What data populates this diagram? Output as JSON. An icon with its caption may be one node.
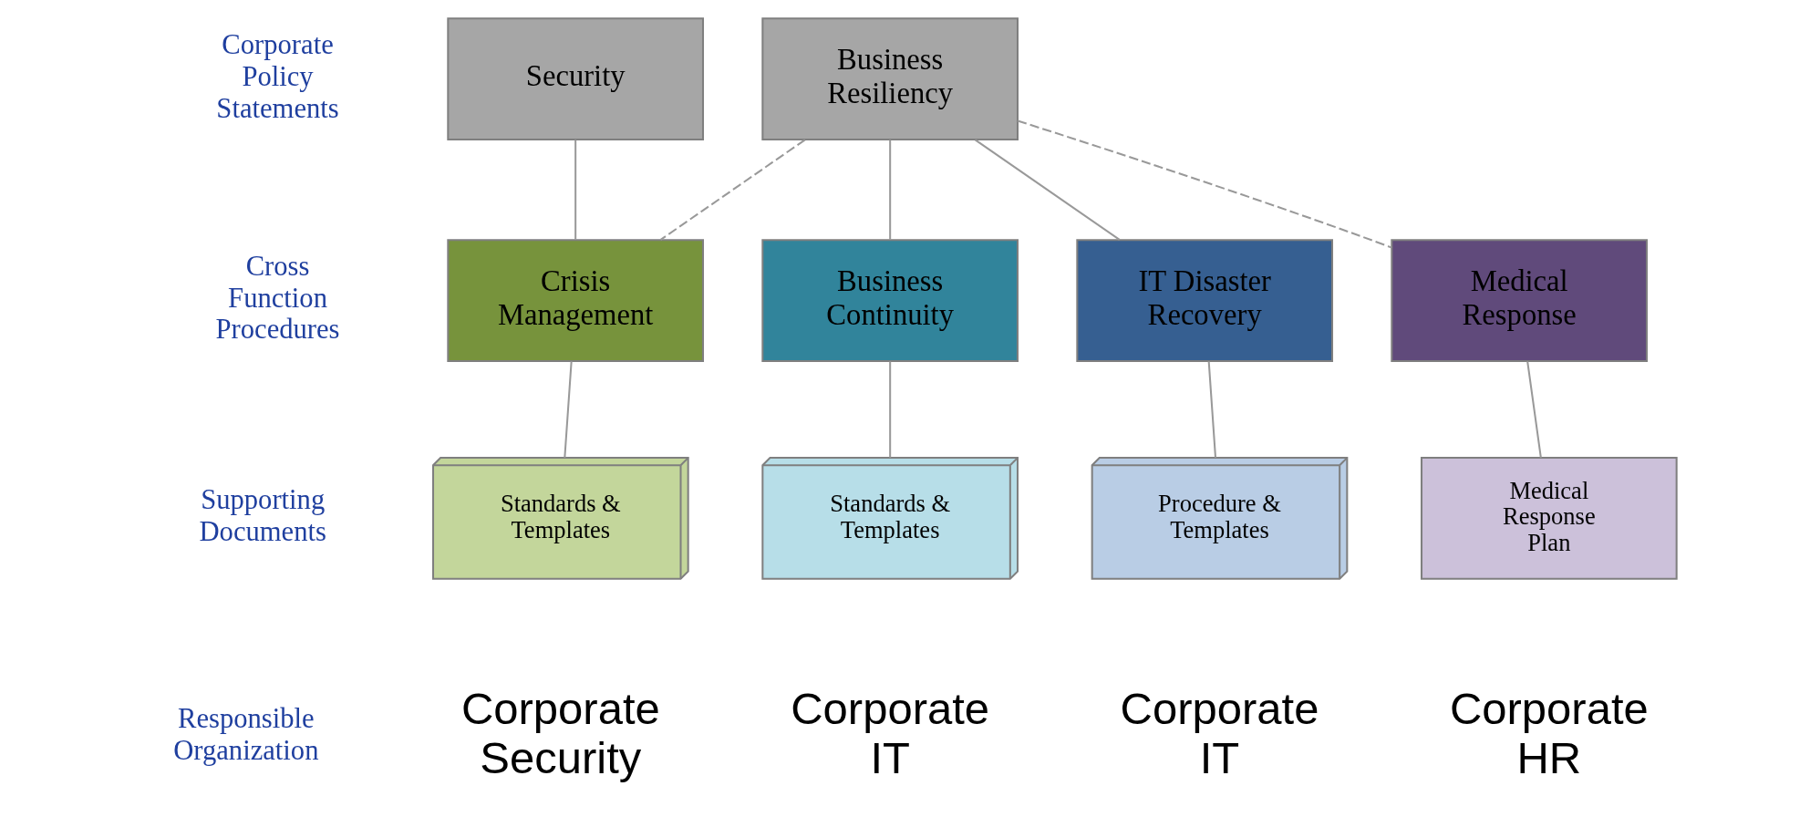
{
  "diagram": {
    "nodes": [
      {
        "text": [
          "Security"
        ]
      },
      {
        "text": [
          "Business Resiliency"
        ]
      },
      {
        "text": [
          "Crisis Management"
        ]
      },
      {
        "text": [
          "Business Continuity"
        ]
      },
      {
        "text": [
          "IT Disaster Recovery"
        ]
      },
      {
        "text": [
          "Medical Response"
        ]
      },
      {
        "text": [
          "Standards & Templates"
        ]
      },
      {
        "text": [
          "Standards & Templates"
        ]
      },
      {
        "text": [
          "Procedure & Templates"
        ]
      },
      {
        "text": [
          "Medical Response Plan"
        ]
      }
    ],
    "edges": [
      {
        "from": 0,
        "to": 2,
        "arrow": "none"
      },
      {
        "from": 1,
        "to": 2,
        "arrow": "none",
        "style": "dashed"
      },
      {
        "from": 1,
        "to": 3,
        "arrow": "none"
      },
      {
        "from": 1,
        "to": 4,
        "arrow": "none"
      },
      {
        "from": 1,
        "to": 5,
        "arrow": "none",
        "style": "dashed"
      },
      {
        "from": 2,
        "to": 6,
        "arrow": "none"
      },
      {
        "from": 3,
        "to": 7,
        "arrow": "none"
      },
      {
        "from": 4,
        "to": 8,
        "arrow": "none"
      },
      {
        "from": 5,
        "to": 9,
        "arrow": "none"
      }
    ],
    "labels": [
      "Corporate Policy Statements",
      "Cross Function Procedures",
      "Supporting Documents",
      "Responsible Organization",
      "Corporate Security",
      "Corporate IT",
      "Corporate IT",
      "Corporate HR"
    ]
  }
}
